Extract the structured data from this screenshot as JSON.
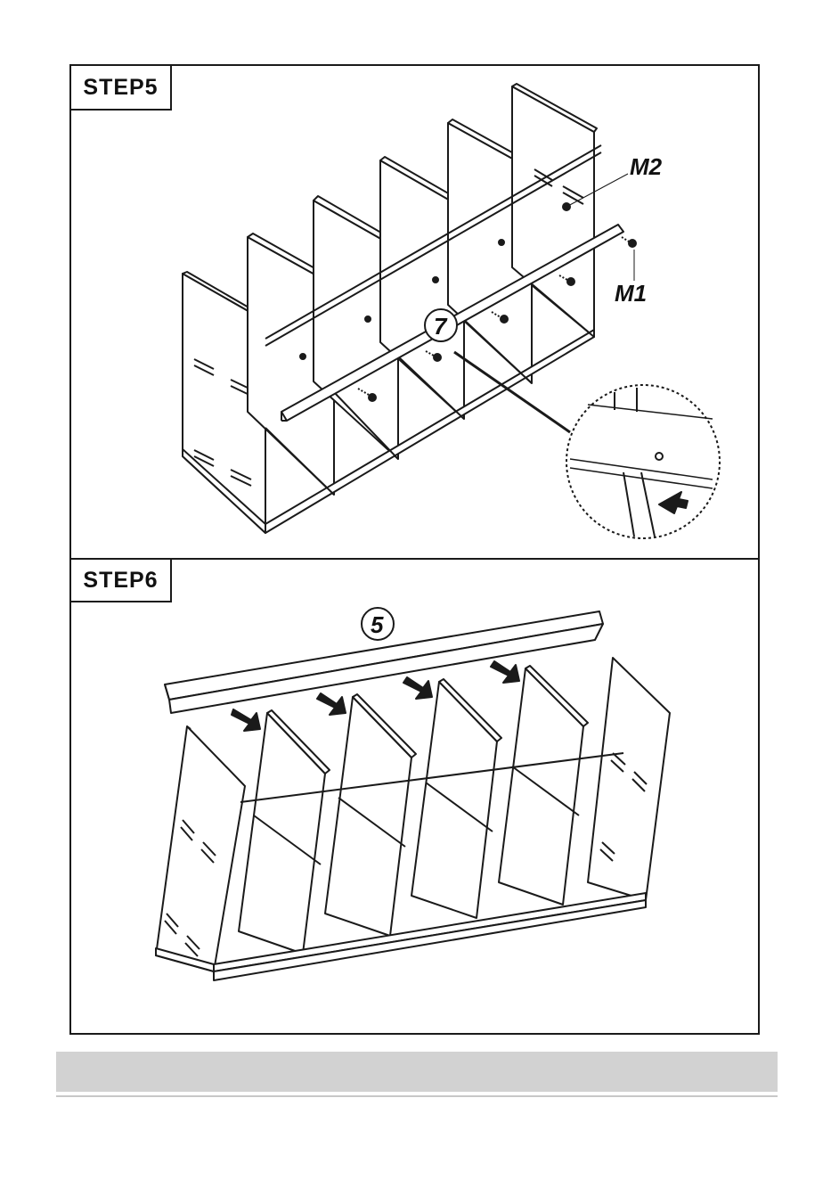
{
  "steps": [
    {
      "label": "STEP5",
      "part_number": "7",
      "hardware": [
        "M2",
        "M1"
      ]
    },
    {
      "label": "STEP6",
      "part_number": "5"
    }
  ],
  "colors": {
    "line": "#1a1a1a",
    "footer_bar": "#d2d2d2"
  }
}
